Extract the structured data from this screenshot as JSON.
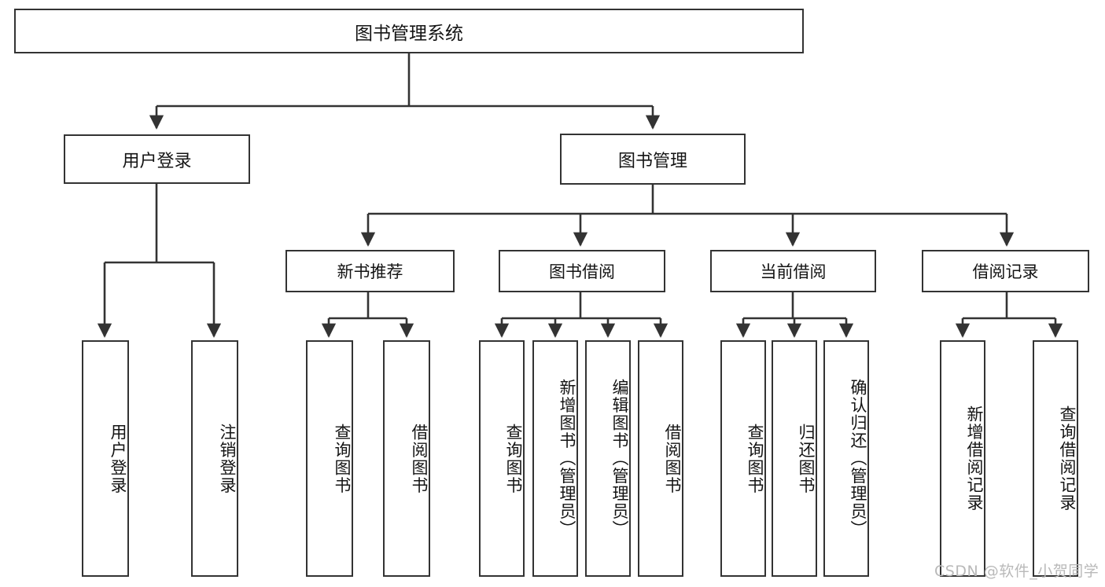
{
  "diagram": {
    "type": "tree-hierarchy-chart",
    "root": {
      "label": "图书管理系统"
    },
    "level1": [
      {
        "label": "用户登录"
      },
      {
        "label": "图书管理"
      }
    ],
    "level2": [
      {
        "label": "新书推荐"
      },
      {
        "label": "图书借阅"
      },
      {
        "label": "当前借阅"
      },
      {
        "label": "借阅记录"
      }
    ],
    "leaves": {
      "user_login": [
        {
          "label": "用户登录"
        },
        {
          "label": "注销登录"
        }
      ],
      "new_book_recommend": [
        {
          "label": "查询图书"
        },
        {
          "label": "借阅图书"
        }
      ],
      "book_borrow": [
        {
          "label": "查询图书"
        },
        {
          "label": "新增图书（管理员）"
        },
        {
          "label": "编辑图书（管理员）"
        },
        {
          "label": "借阅图书"
        }
      ],
      "current_borrow": [
        {
          "label": "查询图书"
        },
        {
          "label": "归还图书"
        },
        {
          "label": "确认归还（管理员）"
        }
      ],
      "borrow_record": [
        {
          "label": "新增借阅记录"
        },
        {
          "label": "查询借阅记录"
        }
      ]
    }
  },
  "watermark": {
    "text": "CSDN @软件_小贺同学"
  },
  "colors": {
    "stroke": "#333333",
    "background": "#ffffff",
    "text": "#141414",
    "watermark": "#b9b9b9"
  }
}
